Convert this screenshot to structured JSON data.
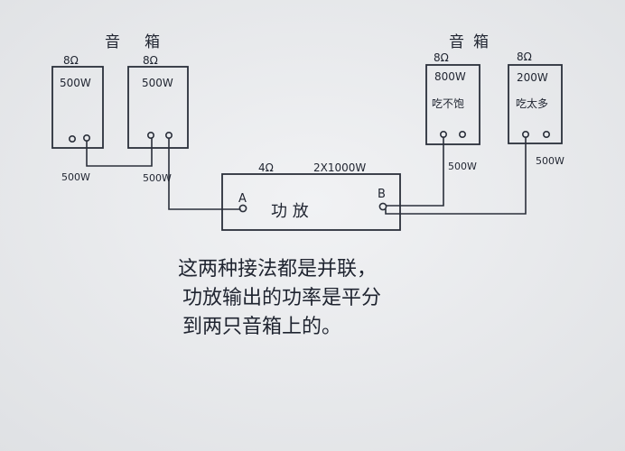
{
  "left_group": {
    "label_chars": [
      "音",
      "箱"
    ],
    "speakers": [
      {
        "impedance": "8Ω",
        "power": "500W"
      },
      {
        "impedance": "8Ω",
        "power": "500W"
      }
    ],
    "wire_labels": [
      "500W",
      "500W"
    ]
  },
  "right_group": {
    "label_chars": [
      "音",
      "箱"
    ],
    "speakers": [
      {
        "impedance": "8Ω",
        "power": "800W",
        "note": "吃不饱"
      },
      {
        "impedance": "8Ω",
        "power": "200W",
        "note": "吃太多"
      }
    ],
    "wire_labels": [
      "500W",
      "500W"
    ]
  },
  "amplifier": {
    "impedance": "4Ω",
    "rating": "2X1000W",
    "title": "功 放",
    "terminal_a": "A",
    "terminal_b": "B"
  },
  "note": {
    "lines": [
      "这两种接法都是并联，",
      "功放输出的功率是平分",
      "到两只音箱上的。"
    ]
  }
}
